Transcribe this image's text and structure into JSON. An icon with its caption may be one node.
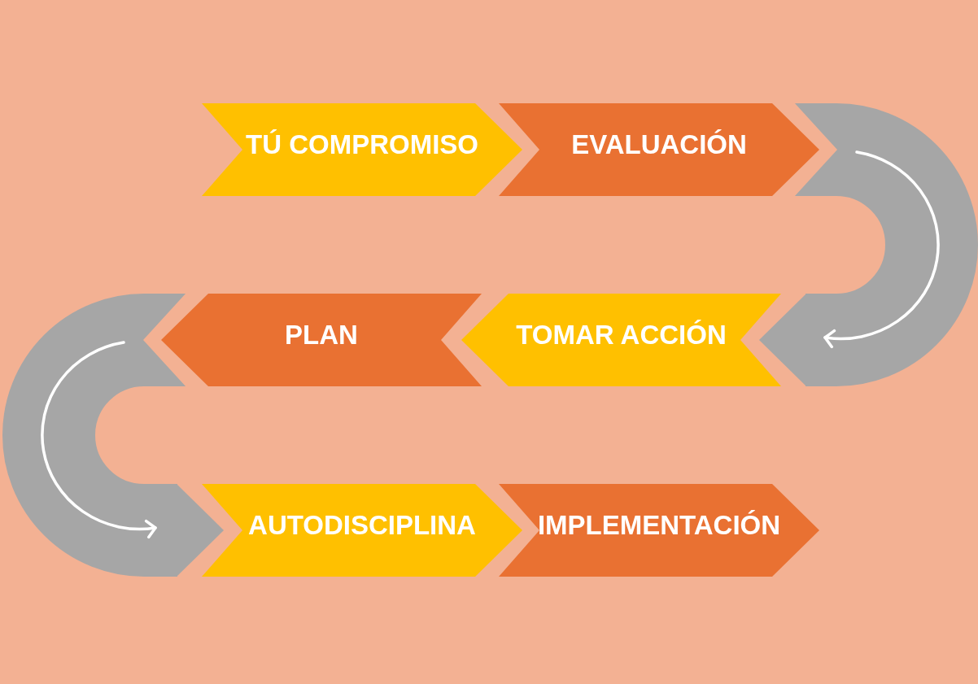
{
  "diagram": {
    "nodes": [
      {
        "text": [
          "TÚ COMPROMISO"
        ]
      },
      {
        "text": [
          "EVALUACIÓN"
        ]
      },
      {
        "text": [
          "TOMAR ACCIÓN"
        ]
      },
      {
        "text": [
          "PLAN"
        ]
      },
      {
        "text": [
          "AUTODISCIPLINA"
        ]
      },
      {
        "text": [
          "IMPLEMENTACIÓN"
        ]
      }
    ],
    "edges": [
      {
        "from": 1,
        "to": 2,
        "arrow": "to"
      },
      {
        "from": 3,
        "to": 4,
        "arrow": "to"
      }
    ]
  }
}
